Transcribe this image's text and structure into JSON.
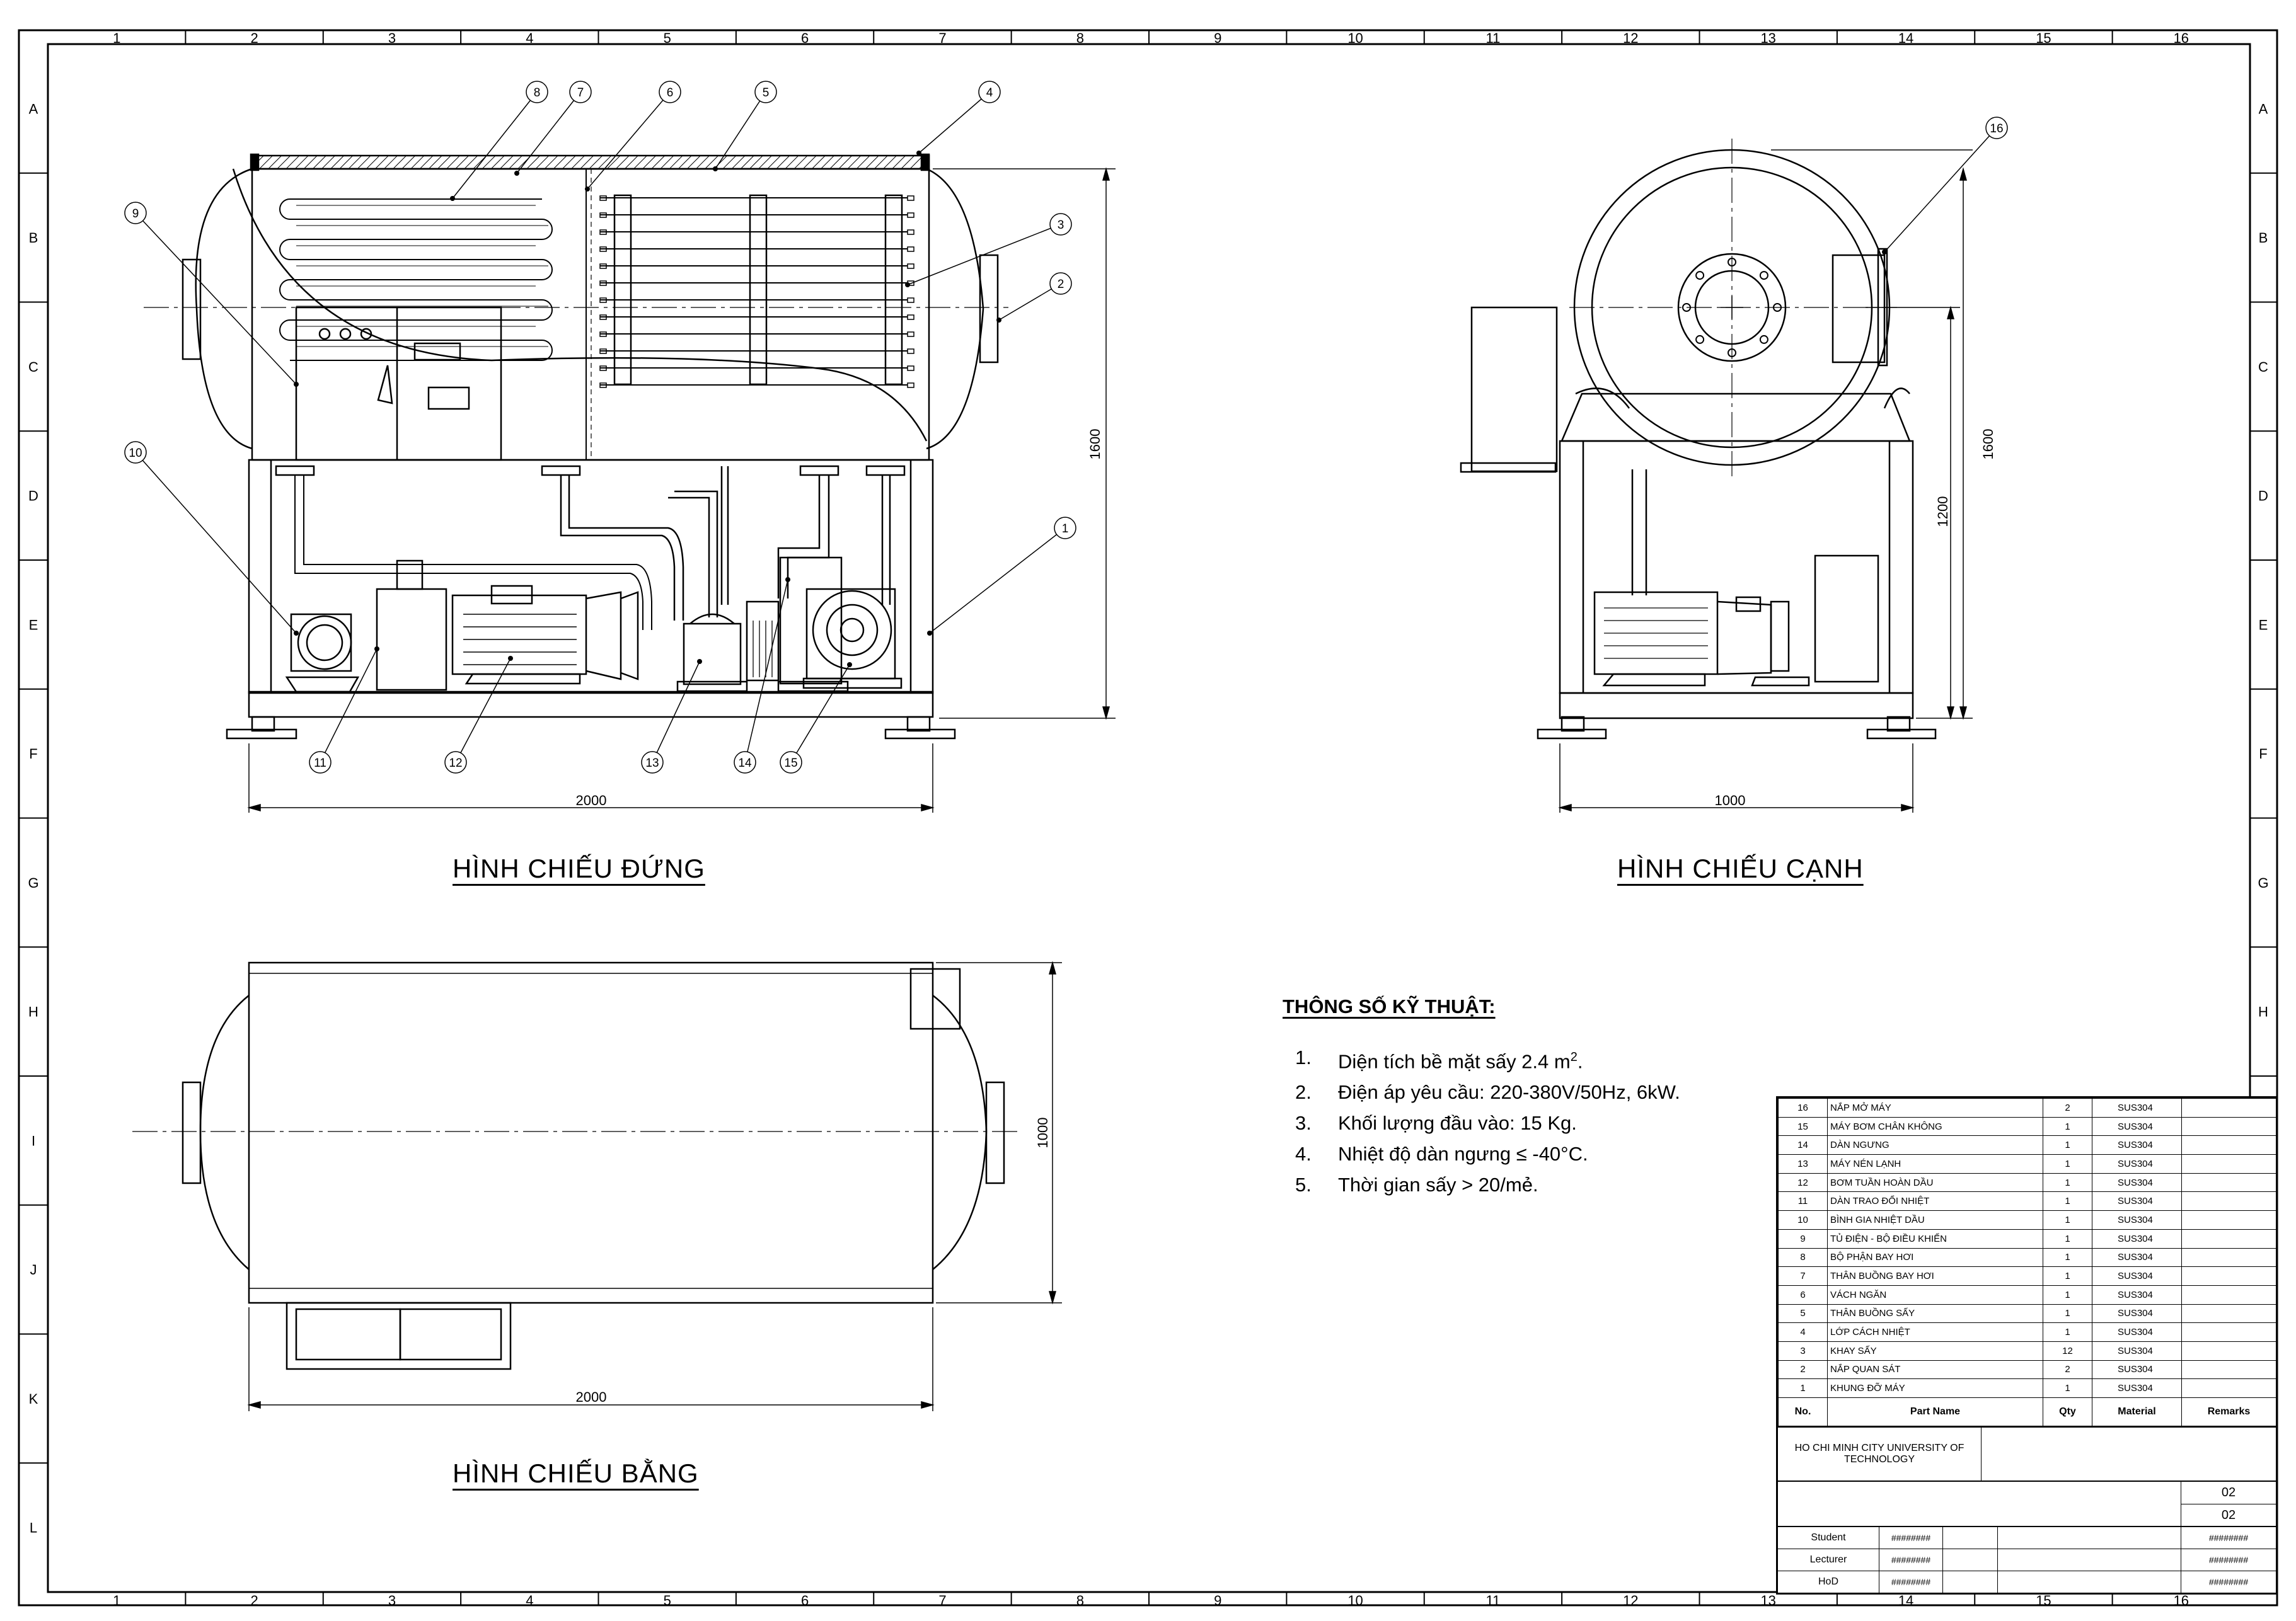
{
  "border": {
    "col_labels": [
      "1",
      "2",
      "3",
      "4",
      "5",
      "6",
      "7",
      "8",
      "9",
      "10",
      "11",
      "12",
      "13",
      "14",
      "15",
      "16"
    ],
    "row_labels": [
      "A",
      "B",
      "C",
      "D",
      "E",
      "F",
      "G",
      "H",
      "I",
      "J",
      "K",
      "L"
    ]
  },
  "views": {
    "front_title": "HÌNH CHIẾU ĐỨNG",
    "side_title": "HÌNH CHIẾU CẠNH",
    "top_title": "HÌNH CHIẾU BẰNG"
  },
  "dimensions": {
    "front_width": "2000",
    "front_height": "1600",
    "side_width": "1000",
    "side_height": "1600",
    "side_axis_height": "1200",
    "top_width": "2000",
    "top_depth": "1000"
  },
  "balloons": [
    "1",
    "2",
    "3",
    "4",
    "5",
    "6",
    "7",
    "8",
    "9",
    "10",
    "11",
    "12",
    "13",
    "14",
    "15",
    "16"
  ],
  "specs": {
    "heading": "THÔNG SỐ KỸ THUẬT:",
    "items": [
      {
        "num": "1.",
        "text": "Diện tích bề mặt sấy 2.4 m",
        "sup": "2",
        "tail": "."
      },
      {
        "num": "2.",
        "text": "Điện áp yêu cầu: 220-380V/50Hz, 6kW.",
        "sup": "",
        "tail": ""
      },
      {
        "num": "3.",
        "text": "Khối lượng đầu vào: 15 Kg.",
        "sup": "",
        "tail": ""
      },
      {
        "num": "4.",
        "text": "Nhiệt độ dàn ngưng ≤ -40°C.",
        "sup": "",
        "tail": ""
      },
      {
        "num": "5.",
        "text": "Thời gian sấy > 20/mẻ.",
        "sup": "",
        "tail": ""
      }
    ]
  },
  "parts_table": {
    "headers": [
      "No.",
      "Part Name",
      "Qty",
      "Material",
      "Remarks"
    ],
    "rows": [
      [
        "16",
        "NẮP MỞ MÁY",
        "2",
        "SUS304",
        ""
      ],
      [
        "15",
        "MÁY BƠM CHÂN KHÔNG",
        "1",
        "SUS304",
        ""
      ],
      [
        "14",
        "DÀN NGƯNG",
        "1",
        "SUS304",
        ""
      ],
      [
        "13",
        "MÁY NÉN LẠNH",
        "1",
        "SUS304",
        ""
      ],
      [
        "12",
        "BƠM TUẦN HOÀN DẦU",
        "1",
        "SUS304",
        ""
      ],
      [
        "11",
        "DÀN TRAO ĐỔI NHIỆT",
        "1",
        "SUS304",
        ""
      ],
      [
        "10",
        "BÌNH GIA NHIỆT DẦU",
        "1",
        "SUS304",
        ""
      ],
      [
        "9",
        "TỦ ĐIỆN - BỘ ĐIỀU KHIỂN",
        "1",
        "SUS304",
        ""
      ],
      [
        "8",
        "BỘ PHẬN BAY HƠI",
        "1",
        "SUS304",
        ""
      ],
      [
        "7",
        "THÂN BUỒNG BAY HƠI",
        "1",
        "SUS304",
        ""
      ],
      [
        "6",
        "VÁCH NGĂN",
        "1",
        "SUS304",
        ""
      ],
      [
        "5",
        "THÂN BUỒNG SẤY",
        "1",
        "SUS304",
        ""
      ],
      [
        "4",
        "LỚP CÁCH NHIỆT",
        "1",
        "SUS304",
        ""
      ],
      [
        "3",
        "KHAY SẤY",
        "12",
        "SUS304",
        ""
      ],
      [
        "2",
        "NẮP QUAN SÁT",
        "2",
        "SUS304",
        ""
      ],
      [
        "1",
        "KHUNG ĐỠ MÁY",
        "1",
        "SUS304",
        ""
      ]
    ]
  },
  "title_block": {
    "institution": "HO CHI MINH CITY UNIVERSITY OF TECHNOLOGY",
    "sheet_no_1": "02",
    "sheet_no_2": "02",
    "signatures": [
      {
        "role": "Student",
        "value": "########",
        "right": "########"
      },
      {
        "role": "Lecturer",
        "value": "########",
        "right": "########"
      },
      {
        "role": "HoD",
        "value": "########",
        "right": "########"
      }
    ]
  }
}
